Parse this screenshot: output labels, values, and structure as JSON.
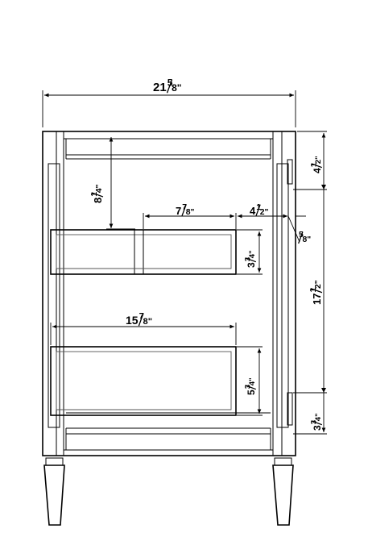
{
  "dimensions": {
    "overall_width": {
      "whole": "21",
      "num": "5",
      "den": "8",
      "unit": "\""
    },
    "top_rail_to_drawer": {
      "whole": "8",
      "num": "1",
      "den": "4",
      "unit": "\""
    },
    "top_drawer_section_width": {
      "whole": "7",
      "num": "7",
      "den": "8",
      "unit": "\""
    },
    "door_inset": {
      "whole": "4",
      "num": "1",
      "den": "2",
      "unit": "\""
    },
    "reveal": {
      "whole": "",
      "num": "5",
      "den": "8",
      "unit": "\""
    },
    "top_drawer_height": {
      "whole": "3",
      "num": "3",
      "den": "4",
      "unit": "\""
    },
    "bottom_drawer_width": {
      "whole": "15",
      "num": "7",
      "den": "8",
      "unit": "\""
    },
    "bottom_drawer_height": {
      "whole": "5",
      "num": "3",
      "den": "4",
      "unit": "\""
    },
    "top_hinge_offset": {
      "whole": "4",
      "num": "1",
      "den": "2",
      "unit": "\""
    },
    "hinge_spacing": {
      "whole": "17",
      "num": "1",
      "den": "2",
      "unit": "\""
    },
    "bottom_hinge_height": {
      "whole": "3",
      "num": "3",
      "den": "4",
      "unit": "\""
    }
  },
  "colors": {
    "line": "#000000",
    "inner_line": "#555555",
    "background": "#ffffff"
  }
}
